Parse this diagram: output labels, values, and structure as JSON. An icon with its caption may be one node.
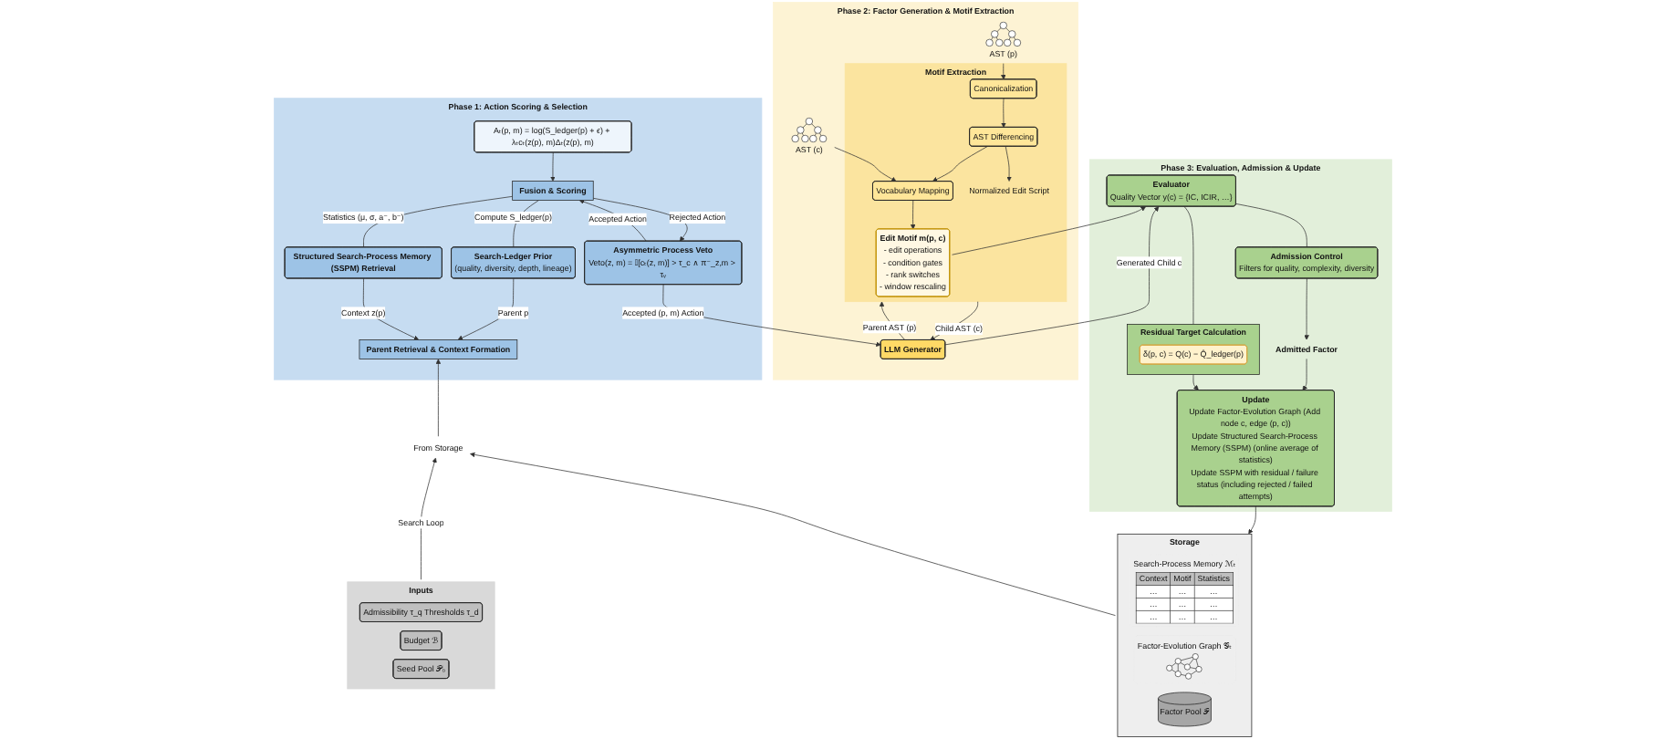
{
  "diagram": {
    "nodes": [
      {
        "text": [
          "Phase 1: Action Scoring & Selection"
        ]
      },
      {
        "text": [
          "Asymmetric Process Veto",
          "Veto(z, m) = 𝕀[cₜ(z, m)] > τ_c ∧ π⁻_z,m > τᵥ"
        ],
        "in": 0
      },
      {
        "text": [
          "Aₜ(p, m) = log(S_ledger(p) + ϵ) + λₜcₜ(z(p), m)Δₜ(z(p), m)"
        ],
        "in": 0
      },
      {
        "text": [
          "Fusion & Scoring"
        ],
        "in": 0
      },
      {
        "text": [
          "Search-Ledger Prior",
          "(quality, diversity, depth, lineage)"
        ],
        "in": 0
      },
      {
        "text": [
          "Structured Search-Process Memory (SSPM) Retrieval"
        ],
        "in": 0
      },
      {
        "text": [
          "Parent Retrieval & Context Formation"
        ],
        "in": 0
      },
      {
        "text": [
          "Phase 2: Factor Generation & Motif Extraction"
        ]
      },
      {
        "text": [
          "LLM Generator"
        ],
        "in": 7
      },
      {
        "text": [
          "AST (p)"
        ],
        "in": 7
      },
      {
        "text": [
          "Motif Extraction"
        ],
        "in": 7
      },
      {
        "text": [
          "Canonicalization"
        ],
        "in": 10
      },
      {
        "text": [
          "Normalized Edit Script"
        ],
        "in": 10
      },
      {
        "text": [
          "AST Differencing"
        ],
        "in": 10
      },
      {
        "text": [
          "AST (c)"
        ],
        "in": 7
      },
      {
        "text": [
          "Vocabulary Mapping"
        ],
        "in": 10
      },
      {
        "text": [
          "Edit Motif m(p, c)",
          "- edit operations",
          "- condition gates",
          "- rank switches",
          "- window rescaling"
        ],
        "in": 10
      },
      {
        "text": [
          "Phase 3: Evaluation, Admission & Update"
        ]
      },
      {
        "text": [
          "Evaluator",
          "Quality Vector y(c) = {IC, ICIR, …}"
        ],
        "in": 17
      },
      {
        "text": [
          "Admission Control",
          "Filters for quality, complexity, diversity"
        ],
        "in": 17
      },
      {
        "text": [
          "Residual Target Calculation"
        ],
        "in": 17
      },
      {
        "text": [
          "δ(p, c) = Q(c) − Q̂_ledger(p)"
        ],
        "in": 20
      },
      {
        "text": [
          "Admitted Factor"
        ],
        "in": 17
      },
      {
        "text": [
          "Update",
          "Update Factor-Evolution Graph (Add node c, edge (p, c))",
          "Update Structured Search-Process Memory (SSPM) (online average of statistics)",
          "Update SSPM with residual / failure status (including rejected / failed attempts)"
        ],
        "in": 17
      },
      {
        "text": [
          "From Storage"
        ]
      },
      {
        "text": [
          "Inputs"
        ]
      },
      {
        "text": [
          "Seed Pool 𝒫₀"
        ],
        "in": 25
      },
      {
        "text": [
          "Budget ℬ"
        ],
        "in": 25
      },
      {
        "text": [
          "Admissibility τ_q Thresholds τ_d"
        ],
        "in": 25
      },
      {
        "text": [
          "Storage"
        ]
      },
      {
        "text": [
          "Factor Pool 𝒫"
        ],
        "in": 29
      },
      {
        "text": [
          "Factor-Evolution Graph 𝒢ₜ"
        ],
        "in": 29
      },
      {
        "text": [
          "Search-Process Memory ℳₜ",
          "Context",
          "Motif",
          "Statistics",
          "…",
          "…",
          "…",
          "…",
          "…",
          "…",
          "…",
          "…",
          "…"
        ],
        "in": 29
      }
    ],
    "edges": [
      {
        "from": 1,
        "to": 8,
        "label": "Accepted (p, m) Action",
        "arrow": "to"
      },
      {
        "from": 1,
        "to": 3,
        "label": "Accepted Action",
        "arrow": "to"
      },
      {
        "from": 3,
        "to": 1,
        "label": "Rejected Action",
        "arrow": "to"
      },
      {
        "from": 2,
        "to": 3,
        "arrow": "to"
      },
      {
        "from": 3,
        "to": 4,
        "label": "Compute S_ledger(p)",
        "arrow": "none"
      },
      {
        "from": 3,
        "to": 5,
        "label": "Statistics (μ, σ, a⁻, b⁻)",
        "arrow": "none"
      },
      {
        "from": 4,
        "to": 6,
        "label": "Parent p",
        "arrow": "to"
      },
      {
        "from": 5,
        "to": 6,
        "label": "Context z(p)",
        "arrow": "to"
      },
      {
        "from": 24,
        "to": 6,
        "arrow": "to"
      },
      {
        "from": 8,
        "to": 10,
        "label": "Parent AST (p)",
        "arrow": "to"
      },
      {
        "from": 10,
        "to": 8,
        "label": "Child AST (c)",
        "arrow": "to"
      },
      {
        "from": 9,
        "to": 11,
        "arrow": "to"
      },
      {
        "from": 11,
        "to": 13,
        "arrow": "to"
      },
      {
        "from": 13,
        "to": 12,
        "arrow": "to"
      },
      {
        "from": 13,
        "to": 15,
        "arrow": "to"
      },
      {
        "from": 14,
        "to": 15,
        "arrow": "to"
      },
      {
        "from": 15,
        "to": 16,
        "arrow": "to"
      },
      {
        "from": 8,
        "to": 18,
        "label": "Generated Child c",
        "arrow": "to"
      },
      {
        "from": 16,
        "to": 18,
        "arrow": "to"
      },
      {
        "from": 18,
        "to": 19,
        "arrow": "none"
      },
      {
        "from": 18,
        "to": 20,
        "arrow": "none"
      },
      {
        "from": 19,
        "to": 22,
        "arrow": "to"
      },
      {
        "from": 22,
        "to": 23,
        "arrow": "to"
      },
      {
        "from": 20,
        "to": 23,
        "arrow": "to"
      },
      {
        "from": 23,
        "to": 29,
        "arrow": "to"
      },
      {
        "from": 29,
        "to": 24,
        "arrow": "to"
      },
      {
        "from": 25,
        "to": 24,
        "label": "Search Loop",
        "arrow": "to"
      }
    ]
  }
}
